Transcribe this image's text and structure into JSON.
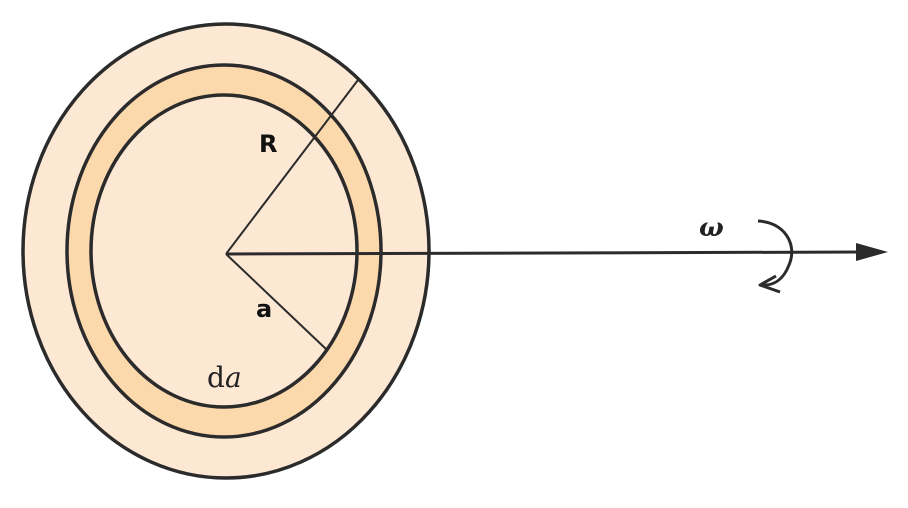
{
  "colors": {
    "disk_fill": "#fde8d4",
    "ring_fill": "#fcd9ad",
    "stroke": "#2b2b2b"
  },
  "labels": {
    "R": "R",
    "a": "a",
    "da_prefix": "d",
    "da_var": "a",
    "omega": "ω"
  },
  "icons": {
    "rotation": "curved-rotation-arrow-icon",
    "axis": "arrowhead-icon"
  }
}
